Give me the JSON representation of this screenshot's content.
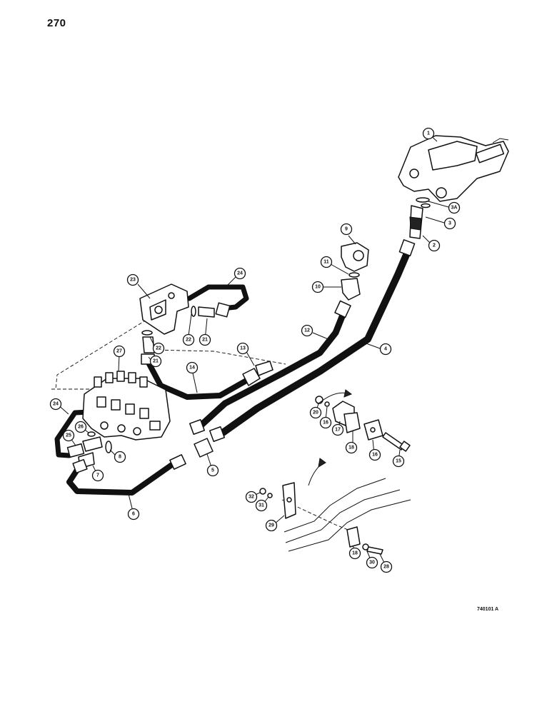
{
  "page": {
    "number": "270",
    "drawing_code": "740101 A"
  },
  "callouts": [
    {
      "id": "c1",
      "label": "1"
    },
    {
      "id": "c3a",
      "label": "3A"
    },
    {
      "id": "c3",
      "label": "3"
    },
    {
      "id": "c2",
      "label": "2"
    },
    {
      "id": "c9",
      "label": "9"
    },
    {
      "id": "c11",
      "label": "11"
    },
    {
      "id": "c10",
      "label": "10"
    },
    {
      "id": "c12",
      "label": "12"
    },
    {
      "id": "c4",
      "label": "4"
    },
    {
      "id": "c23",
      "label": "23"
    },
    {
      "id": "c24a",
      "label": "24"
    },
    {
      "id": "c22a",
      "label": "22"
    },
    {
      "id": "c21a",
      "label": "21"
    },
    {
      "id": "c22b",
      "label": "22"
    },
    {
      "id": "c21b",
      "label": "21"
    },
    {
      "id": "c13",
      "label": "13"
    },
    {
      "id": "c14",
      "label": "14"
    },
    {
      "id": "c27",
      "label": "27"
    },
    {
      "id": "c24b",
      "label": "24"
    },
    {
      "id": "c26",
      "label": "26"
    },
    {
      "id": "c25",
      "label": "25"
    },
    {
      "id": "c8",
      "label": "8"
    },
    {
      "id": "c7",
      "label": "7"
    },
    {
      "id": "c5",
      "label": "5"
    },
    {
      "id": "c6",
      "label": "6"
    },
    {
      "id": "c20",
      "label": "20"
    },
    {
      "id": "c16a",
      "label": "16"
    },
    {
      "id": "c17",
      "label": "17"
    },
    {
      "id": "c18a",
      "label": "18"
    },
    {
      "id": "c16b",
      "label": "16"
    },
    {
      "id": "c15",
      "label": "15"
    },
    {
      "id": "c32",
      "label": "32"
    },
    {
      "id": "c31",
      "label": "31"
    },
    {
      "id": "c29",
      "label": "29"
    },
    {
      "id": "c18b",
      "label": "18"
    },
    {
      "id": "c30",
      "label": "30"
    },
    {
      "id": "c28",
      "label": "28"
    }
  ]
}
